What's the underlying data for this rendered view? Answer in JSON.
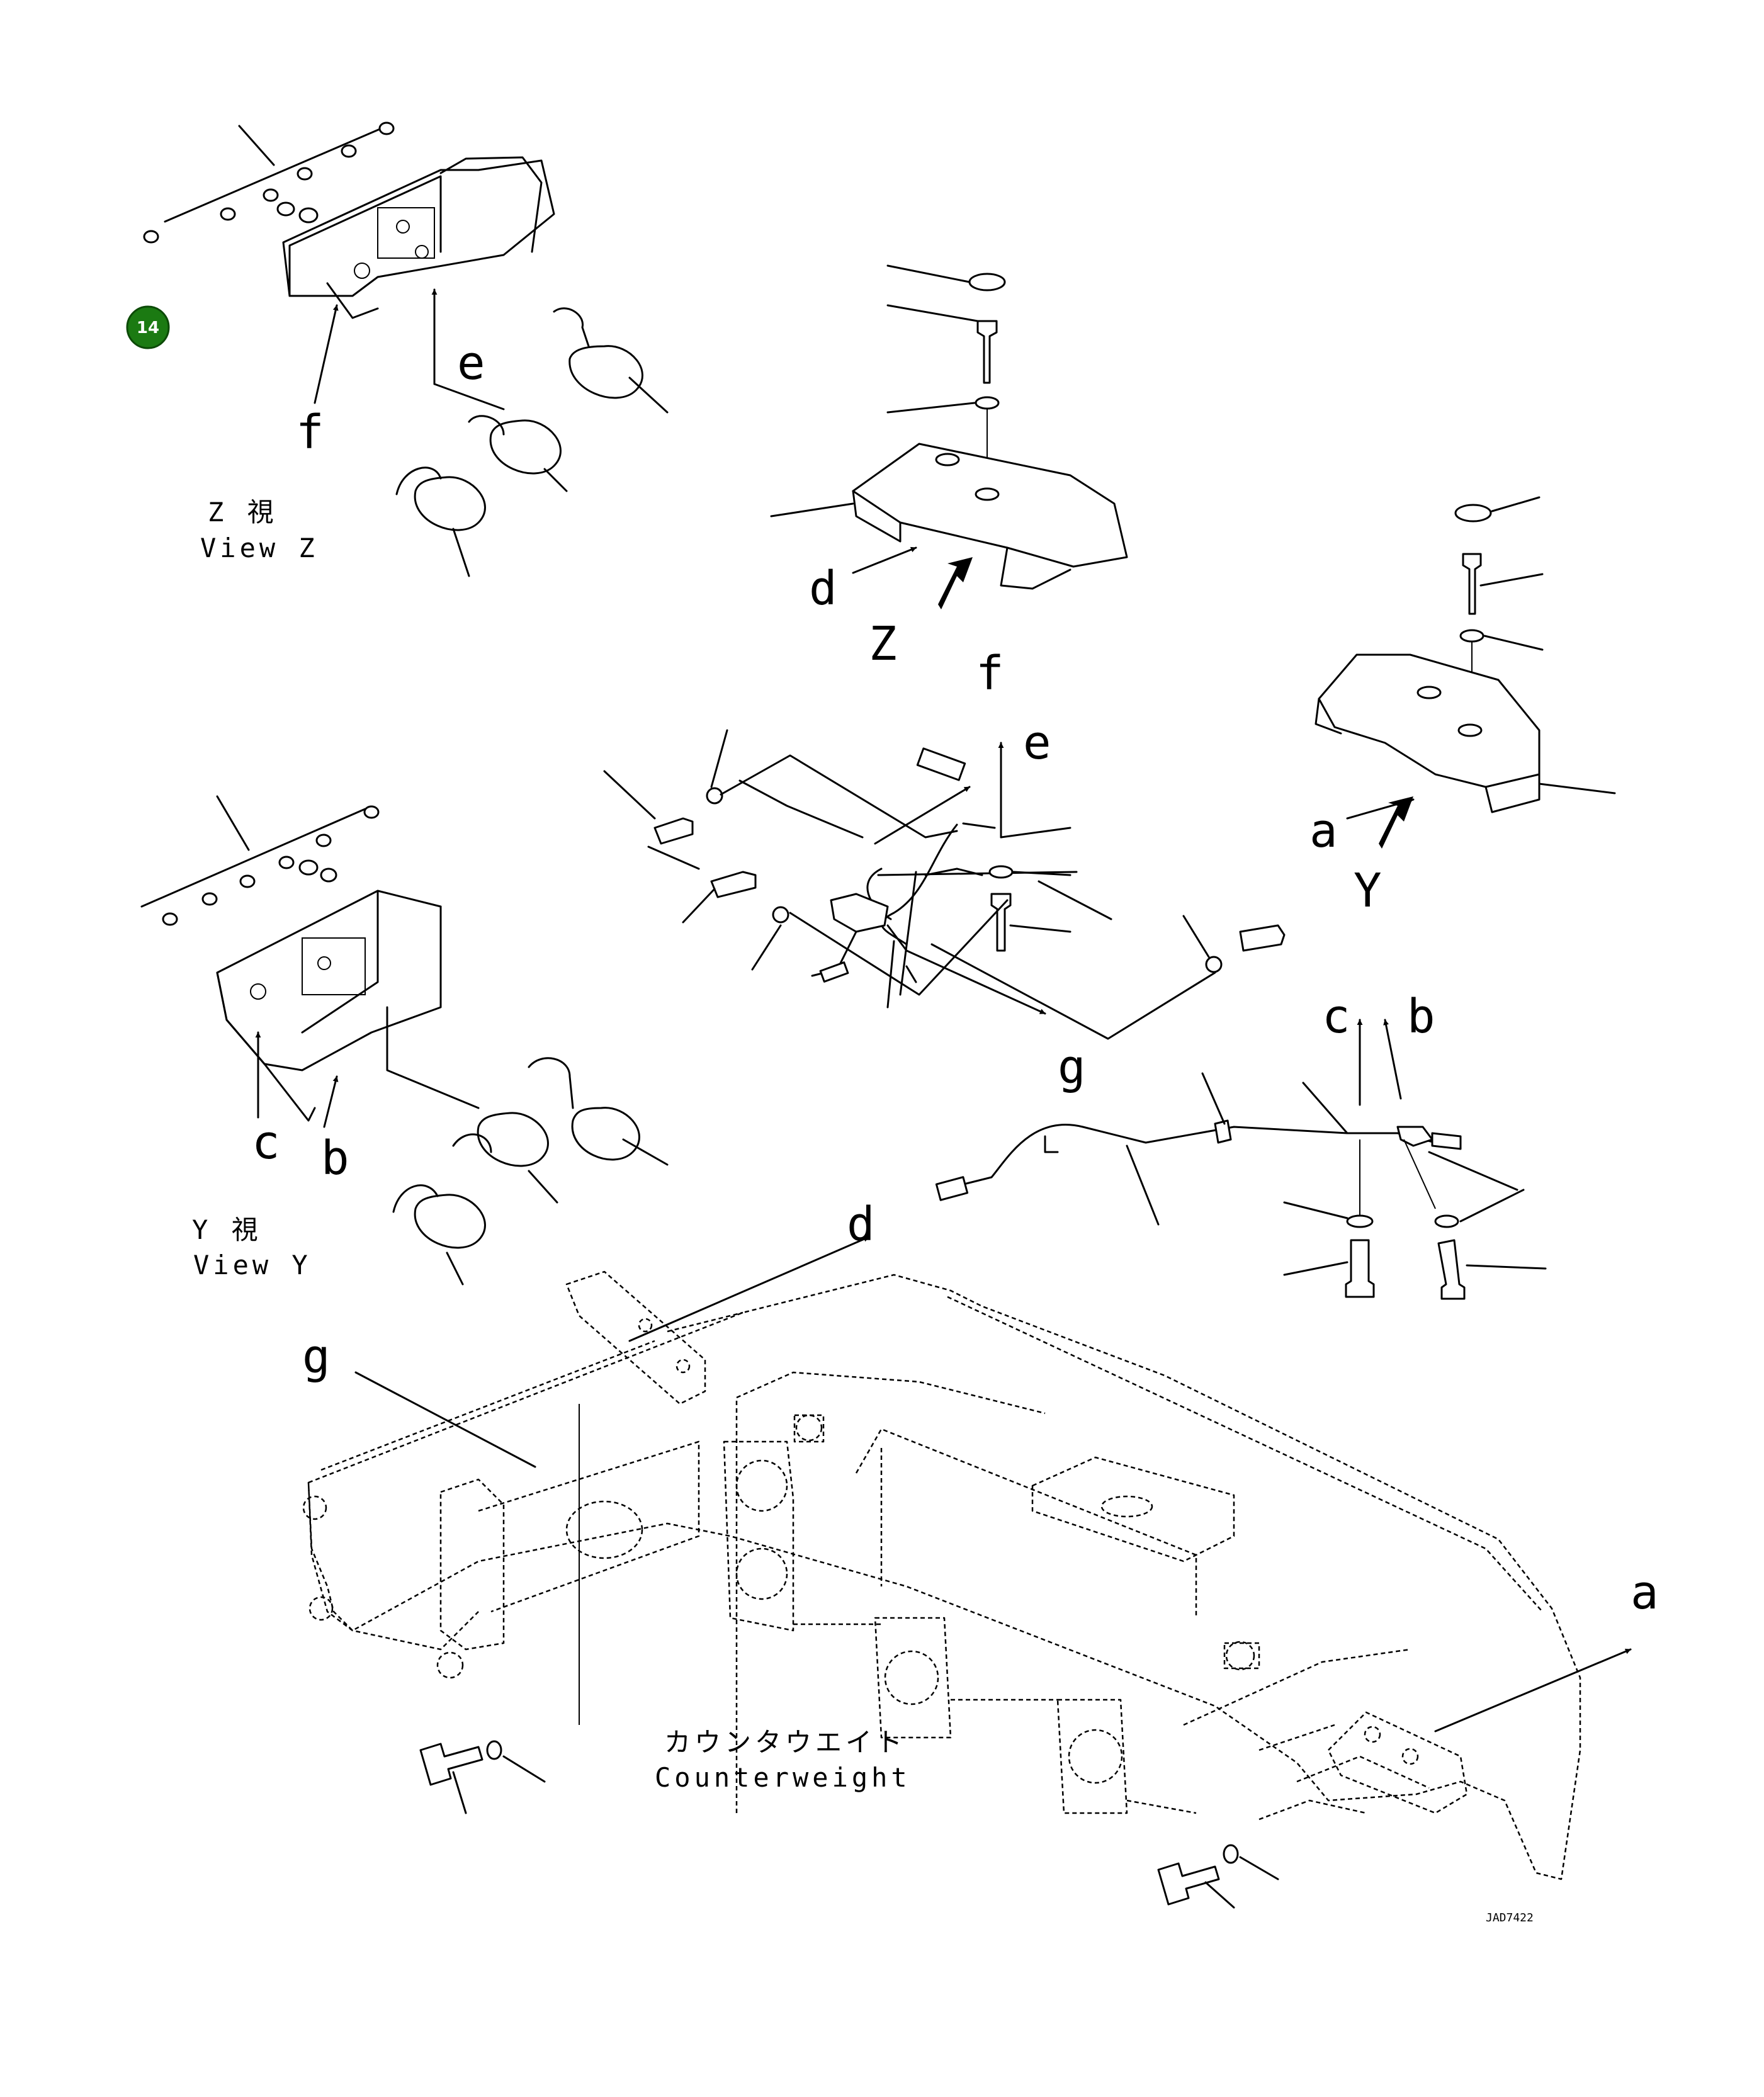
{
  "badge": {
    "number": "14",
    "color": "#1b7a12"
  },
  "views": {
    "z": {
      "jp": "Z 視",
      "en": "View Z"
    },
    "y": {
      "jp": "Y 視",
      "en": "View Y"
    }
  },
  "letters": {
    "a": "a",
    "b": "b",
    "c": "c",
    "d": "d",
    "e": "e",
    "f": "f",
    "g": "g",
    "Y": "Y",
    "Z": "Z"
  },
  "counterweight": {
    "jp": "カウンタウエイト",
    "en": "Counterweight"
  },
  "drawing_code": "JAD7422"
}
